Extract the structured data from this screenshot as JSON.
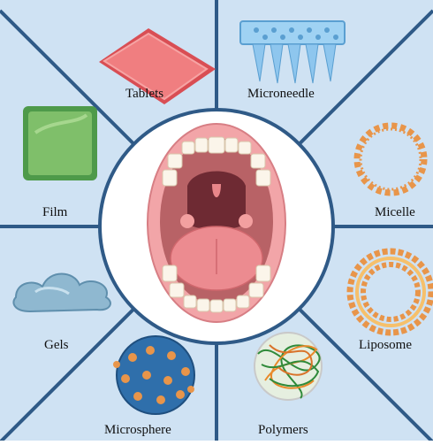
{
  "colors": {
    "background": "#cfe2f3",
    "divider": "#2f5a87",
    "ring": "#2f5a87"
  },
  "center": {
    "name": "open-mouth",
    "icon": "open-mouth-icon"
  },
  "segments": [
    {
      "id": "tablets",
      "label": "Tablets",
      "icon": "tablet-icon"
    },
    {
      "id": "microneedle",
      "label": "Microneedle",
      "icon": "microneedle-patch-icon"
    },
    {
      "id": "micelle",
      "label": "Micelle",
      "icon": "micelle-icon"
    },
    {
      "id": "liposome",
      "label": "Liposome",
      "icon": "liposome-icon"
    },
    {
      "id": "polymers",
      "label": "Polymers",
      "icon": "polymer-ball-icon"
    },
    {
      "id": "microsphere",
      "label": "Microsphere",
      "icon": "microsphere-icon"
    },
    {
      "id": "gels",
      "label": "Gels",
      "icon": "gel-blob-icon"
    },
    {
      "id": "film",
      "label": "Film",
      "icon": "film-square-icon"
    }
  ]
}
